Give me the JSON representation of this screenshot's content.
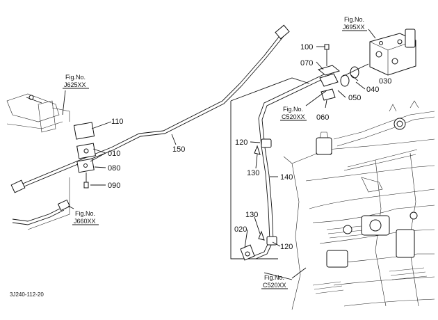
{
  "callouts": {
    "c100": "100",
    "c070": "070",
    "c030": "030",
    "c040": "040",
    "c050": "050",
    "c060": "060",
    "c110": "110",
    "c010": "010",
    "c080": "080",
    "c090": "090",
    "c150": "150",
    "c120a": "120",
    "c130a": "130",
    "c140": "140",
    "c130b": "130",
    "c020": "020",
    "c120b": "120"
  },
  "figrefs": {
    "j695": {
      "line1": "Fig.No.",
      "line2": "J695XX"
    },
    "j625": {
      "line1": "Fig.No.",
      "line2": "J625XX"
    },
    "c520a": {
      "line1": "Fig.No.",
      "line2": "C520XX"
    },
    "j660": {
      "line1": "Fig.No.",
      "line2": "J660XX"
    },
    "c520b": {
      "line1": "Fig.No.",
      "line2": "C520XX"
    }
  },
  "drawing_code": "3J240-112-20"
}
